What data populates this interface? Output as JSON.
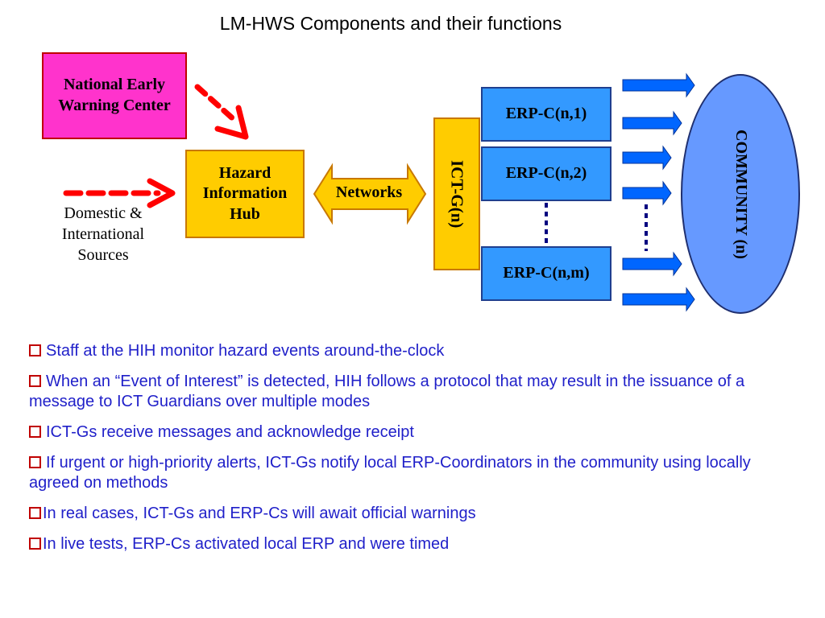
{
  "title": "LM-HWS Components and their functions",
  "diagram": {
    "national_center": "National Early Warning Center",
    "hub": "Hazard Information Hub",
    "networks": "Networks",
    "sources": "Domestic & International Sources",
    "ict_guardian": "ICT-G(n)",
    "erp_coordinators": [
      "ERP-C(n,1)",
      "ERP-C(n,2)",
      "ERP-C(n,m)"
    ],
    "community": "COMMUNITY (n)"
  },
  "colors": {
    "national_fill": "#ff33cc",
    "hub_fill": "#ffcc00",
    "erp_fill": "#3399ff",
    "community_fill": "#6699ff",
    "red_arrow": "#ff0000",
    "blue_arrow": "#0066ff",
    "bullet_text": "#1f1fc9"
  },
  "bullets": [
    "Staff at the HIH monitor hazard events around-the-clock",
    "When an “Event of Interest” is detected, HIH follows a protocol that may result in the issuance of a message to ICT Guardians over multiple modes",
    "ICT-Gs receive messages and acknowledge receipt",
    "If urgent or high-priority alerts, ICT-Gs notify local ERP-Coordinators in the community using locally agreed on methods",
    "In real cases, ICT-Gs and ERP-Cs will await official warnings",
    "In live tests, ERP-Cs activated local ERP and were timed"
  ]
}
